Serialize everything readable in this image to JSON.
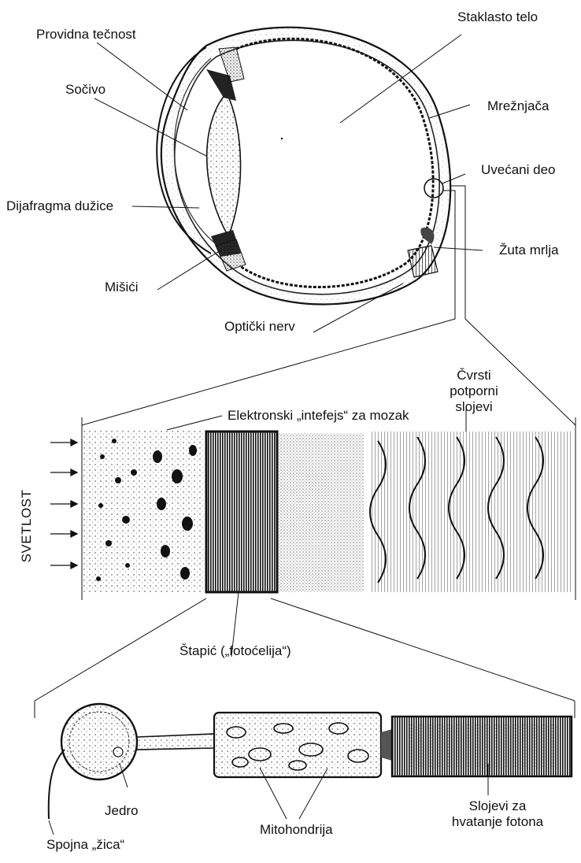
{
  "eye_labels": {
    "providna_tecnost": "Providna tečnost",
    "socivo": "Sočivo",
    "dijafragma_duzice": "Dijafragma dužice",
    "misici": "Mišići",
    "opticki_nerv": "Optički nerv",
    "staklasto_telo": "Staklasto telo",
    "mreznjaca": "Mrežnjača",
    "uvecani_deo": "Uvećani deo",
    "zuta_mrlja": "Žuta mrlja"
  },
  "retina_labels": {
    "elektronski_interfejs": "Elektronski „intefejs“ za mozak",
    "cvrsti_line1": "Čvrsti",
    "cvrsti_line2": "potporni",
    "cvrsti_line3": "slojevi",
    "svetlost": "SVETLOST"
  },
  "rod_labels": {
    "stapic": "Štapić („fotoćelija“)",
    "jedro": "Jedro",
    "mitohondrija": "Mitohondrija",
    "slojevi_line1": "Slojevi za",
    "slojevi_line2": "hvatanje fotona",
    "spojna_zica": "Spojna „žica“"
  },
  "colors": {
    "ink": "#111111",
    "paper": "#ffffff"
  }
}
